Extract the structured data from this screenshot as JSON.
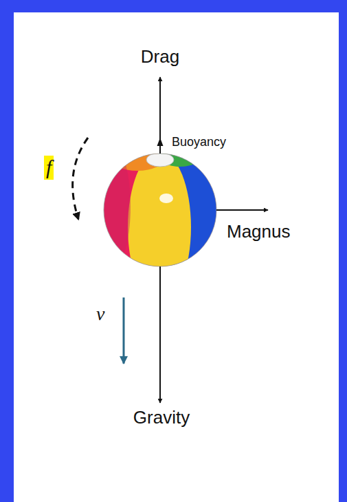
{
  "diagram": {
    "labels": [
      "Drag",
      "Buoyancy",
      "Magnus",
      "Gravity",
      "v",
      "f"
    ]
  }
}
